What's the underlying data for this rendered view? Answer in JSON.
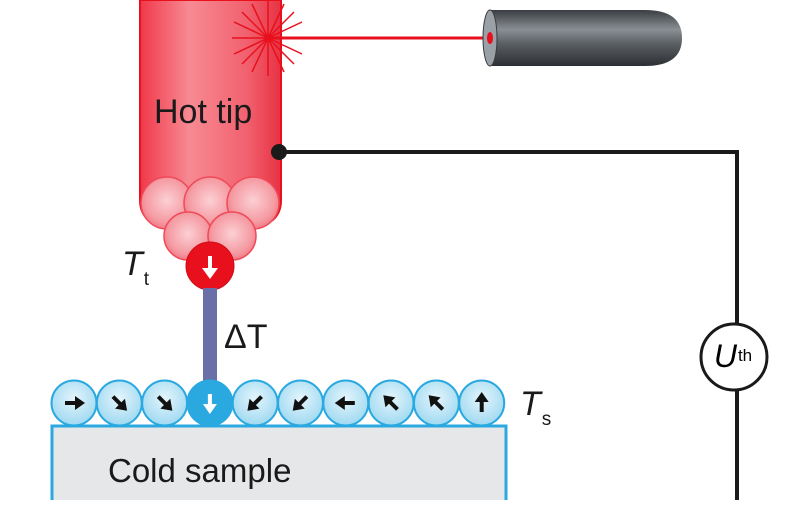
{
  "labels": {
    "hot_tip": "Hot tip",
    "cold_sample": "Cold sample",
    "tip_temp_symbol": "T",
    "tip_temp_sub": "t",
    "delta_symbol": "ΔT",
    "sample_temp_symbol": "T",
    "sample_temp_sub": "s",
    "voltage_symbol": "U",
    "voltage_sub": "th"
  },
  "colors": {
    "tip_red": "#f0384a",
    "tip_light": "#f7a3aa",
    "laser_red": "#e8101c",
    "atom_blue": "#2aa9e0",
    "atom_fill": "#bfe6f6",
    "wire": "#1a1a1a",
    "sample_fill": "#e6e7e8",
    "laser_body": "#555a5f",
    "probe_wire": "#6b6fa8"
  },
  "icons": {
    "spin_arrows": [
      "arrow-right",
      "arrow-down-right",
      "arrow-down-right",
      "arrow-down",
      "arrow-down-left",
      "arrow-down-left",
      "arrow-left",
      "arrow-up-left",
      "arrow-up-left",
      "arrow-up"
    ],
    "tip_atom_arrow": "arrow-down"
  }
}
